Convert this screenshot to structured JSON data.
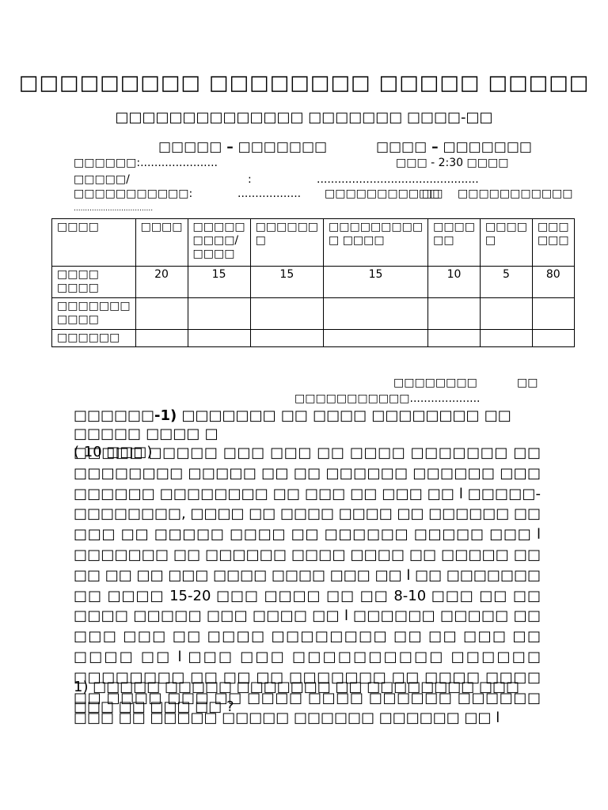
{
  "header": {
    "title": "□□□□□□□□□ □□□□□□□□ □□□□□ □□□□□",
    "subtitle": "□□□□□□□□□□□□□□ □□□□□□□ □□□□-□□",
    "exam_name": "□□□□□ – □□□□□□□",
    "exam_subject": "□□□□ – □□□□□□□"
  },
  "info": {
    "date_label": "□□□□□□:......................",
    "time_label": "□□□  - 2:30 □□□□",
    "class_label": "□□□□□/",
    "class_colon": ":",
    "class_dots": "..............................................",
    "subject_label": "□□□□□□□□□□□:",
    "subject_dots": "..................",
    "marks_label": "□□□□□□□□□□□",
    "marks_of": "□□",
    "marks_end": "□□□□□□□□□□□",
    "small_dots": "..................................."
  },
  "marks_table": {
    "rows": [
      [
        "□□□□",
        "□□□□",
        "□□□□□ □□□□/ □□□□",
        "□□□□□□ □",
        "□□□□□□□□□ □ □□□□",
        "□□□□ □□",
        "□□□□ □",
        "□□□ □□□"
      ],
      [
        "□□□□ □□□□",
        "20",
        "15",
        "15",
        "15",
        "10",
        "5",
        "80"
      ],
      [
        "□□□□□□□ □□□□",
        "",
        "",
        "",
        "",
        "",
        "",
        ""
      ],
      [
        "□□□□□□",
        "",
        "",
        "",
        "",
        "",
        "",
        ""
      ]
    ]
  },
  "signature": {
    "line1_a": "□□□□□□□□",
    "line1_b": "□□",
    "line2": "□□□□□□□□□□□...................."
  },
  "question": {
    "heading_bold": "□□□□□□-1) □□□□□□□ □□ □□□□ □□□□□□□□ □□ □□□□□ □□□□ □",
    "heading_marks": "(   10 □□□)",
    "passage": "□□□□□ □□□□□ □□□ □□□ □□ □□□□ □□□□□□□ □□ □□□□□□□□ □□□□□ □□ □□ □□□□□□ □□□□□□ □□□ □□□□□□ □□□□□□□□ □□ □□□ □□ □□□ □□ l □□□□□- □□□□□□□□, □□□□ □□ □□□□ □□□□ □□ □□□□□□ □□ □□□ □□ □□□□□ □□□□ □□ □□□□□□ □□□□□ □□□ l □□□□□□□ □□ □□□□□□ □□□□ □□□□ □□ □□□□□ □□ □□ □□ □□ □□□ □□□□ □□□□ □□□ □□ l □□ □□□□□□□ □□ □□□□ 15-20 □□□ □□□□ □□ □□ 8-10 □□□ □□ □□ □□□□ □□□□□ □□□ □□□□ □□ l □□□□□□ □□□□□ □□ □□□ □□□ □□ □□□□  □□□□□□□□ □□ □□ □□□  □□ □□□□ □□ l □□□ □□□ □□□□□□□□□□ □□□□□□ □□□□□□□□ □□ □□ □□ □□□□□□□ □□ □□□□ □□□□ □□ □□□□ □□□ □□ □□□□ □□□□ □□□□□□ □□□□□□ □□□ □□ □□□□□ □□□□□ □□□□□□ □□□□□□ □□ l",
    "sub_question": "1) □□□□□ □□□□□ □□□□□□□ □□ □□□□□□□□ □□□ □□□ □□ □□□ □□ ?"
  }
}
